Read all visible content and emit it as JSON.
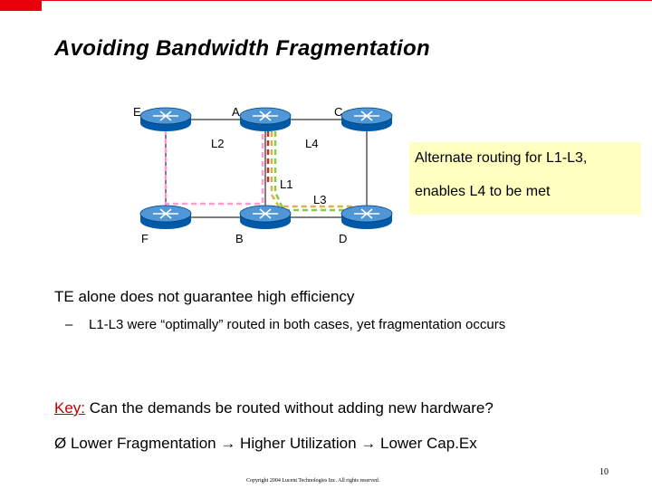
{
  "slide": {
    "title": "Avoiding Bandwidth Fragmentation",
    "accent_color": "#e8000b",
    "page_number": "10",
    "copyright": "Copyright 2004 Lucent Technologies Inc. All rights reserved."
  },
  "diagram": {
    "nodes": [
      "E",
      "A",
      "C",
      "F",
      "B",
      "D"
    ],
    "paths": [
      {
        "label": "L2",
        "color": "#ff9bd1"
      },
      {
        "label": "L4",
        "color": "#c03030"
      },
      {
        "label": "L1",
        "color": "#d9b24a"
      },
      {
        "label": "L3",
        "color": "#86cf3c"
      }
    ],
    "router_icon": "router-icon"
  },
  "callout": {
    "line1": "Alternate routing for L1-L3,",
    "line2": "enables L4 to be met",
    "background": "#ffffbf"
  },
  "body": {
    "bullet1": "TE alone does not guarantee high efficiency",
    "sub_dash": "–",
    "sub1": "L1-L3 were “optimally” routed in both cases, yet fragmentation occurs",
    "key_label": "Key:",
    "key_text": " Can the demands be routed without adding new hardware?",
    "bullet2_marker": "Ø",
    "bullet2": "Lower Fragmentation → Higher Utilization → Lower Cap.Ex"
  }
}
